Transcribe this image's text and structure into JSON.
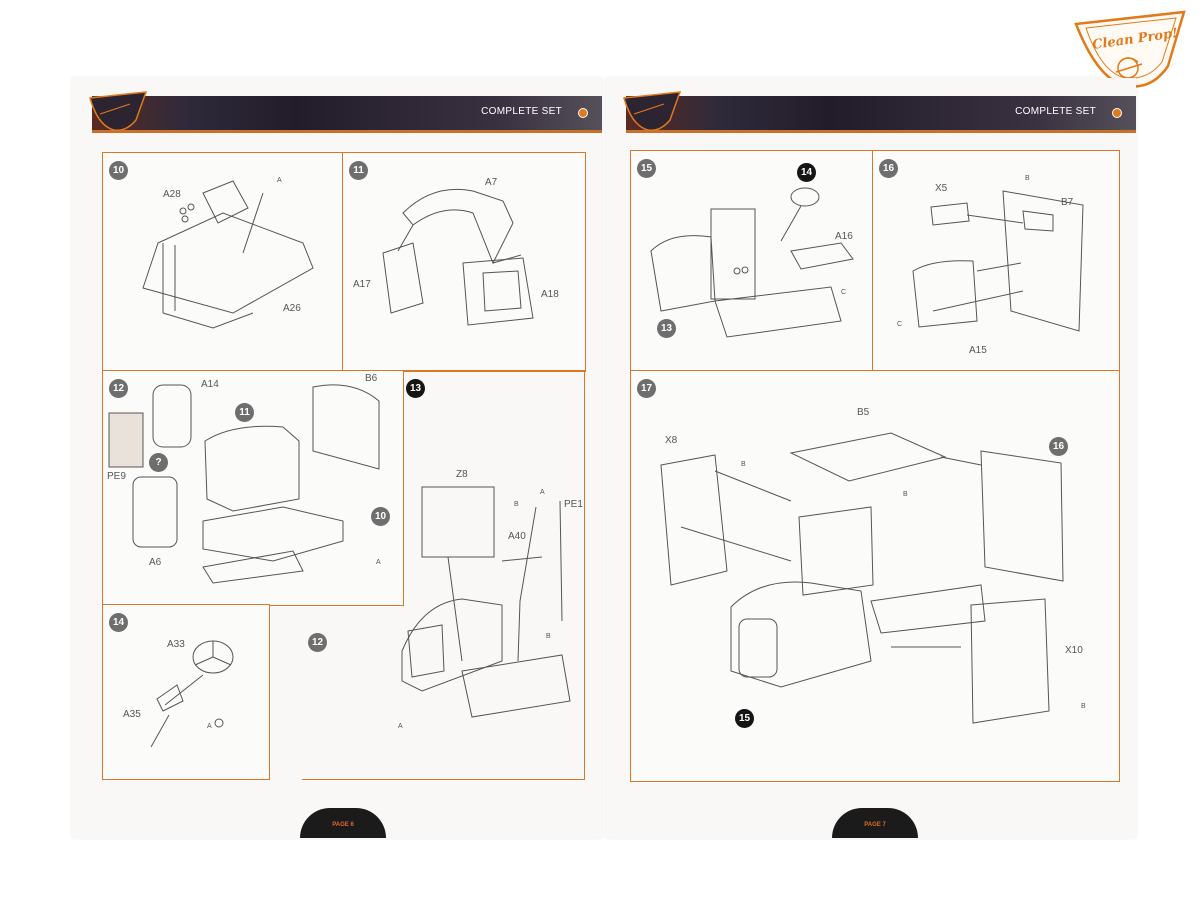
{
  "brand": {
    "logo_text": "Clean Prop!",
    "accent": "#e07a1c",
    "header_dark": "#221c2a"
  },
  "pages": [
    {
      "header_title": "COMPLETE SET",
      "page_label": "PAGE 6",
      "steps": [
        {
          "number": "10",
          "labels": [
            "A28",
            "A",
            "A26"
          ]
        },
        {
          "number": "11",
          "labels": [
            "A7",
            "A17",
            "A18"
          ]
        },
        {
          "number": "12",
          "labels": [
            "A14",
            "B6",
            "11",
            "PE9",
            "?",
            "A6",
            "10"
          ]
        },
        {
          "number": "13",
          "labels": [
            "Z8",
            "B",
            "A",
            "PE1",
            "A40",
            "A",
            "12",
            "B",
            "A"
          ]
        },
        {
          "number": "14",
          "labels": [
            "A33",
            "A35",
            "A"
          ]
        }
      ]
    },
    {
      "header_title": "COMPLETE SET",
      "page_label": "PAGE 7",
      "steps": [
        {
          "number": "15",
          "labels": [
            "14",
            "A16",
            "C",
            "13"
          ]
        },
        {
          "number": "16",
          "labels": [
            "X5",
            "B",
            "B7",
            "C",
            "A15"
          ]
        },
        {
          "number": "17",
          "labels": [
            "B5",
            "X8",
            "B",
            "16",
            "B",
            "X10",
            "B",
            "15"
          ]
        }
      ]
    }
  ]
}
